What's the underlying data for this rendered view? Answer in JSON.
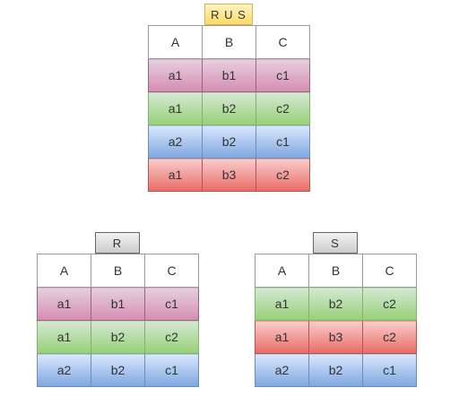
{
  "union_table": {
    "label": "R U S",
    "headers": [
      "A",
      "B",
      "C"
    ],
    "rows": [
      {
        "color": "pink",
        "cells": [
          "a1",
          "b1",
          "c1"
        ]
      },
      {
        "color": "green",
        "cells": [
          "a1",
          "b2",
          "c2"
        ]
      },
      {
        "color": "blue",
        "cells": [
          "a2",
          "b2",
          "c1"
        ]
      },
      {
        "color": "red",
        "cells": [
          "a1",
          "b3",
          "c2"
        ]
      }
    ]
  },
  "r_table": {
    "label": "R",
    "headers": [
      "A",
      "B",
      "C"
    ],
    "rows": [
      {
        "color": "pink",
        "cells": [
          "a1",
          "b1",
          "c1"
        ]
      },
      {
        "color": "green",
        "cells": [
          "a1",
          "b2",
          "c2"
        ]
      },
      {
        "color": "blue",
        "cells": [
          "a2",
          "b2",
          "c1"
        ]
      }
    ]
  },
  "s_table": {
    "label": "S",
    "headers": [
      "A",
      "B",
      "C"
    ],
    "rows": [
      {
        "color": "green",
        "cells": [
          "a1",
          "b2",
          "c2"
        ]
      },
      {
        "color": "red",
        "cells": [
          "a1",
          "b3",
          "c2"
        ]
      },
      {
        "color": "blue",
        "cells": [
          "a2",
          "b2",
          "c1"
        ]
      }
    ]
  }
}
